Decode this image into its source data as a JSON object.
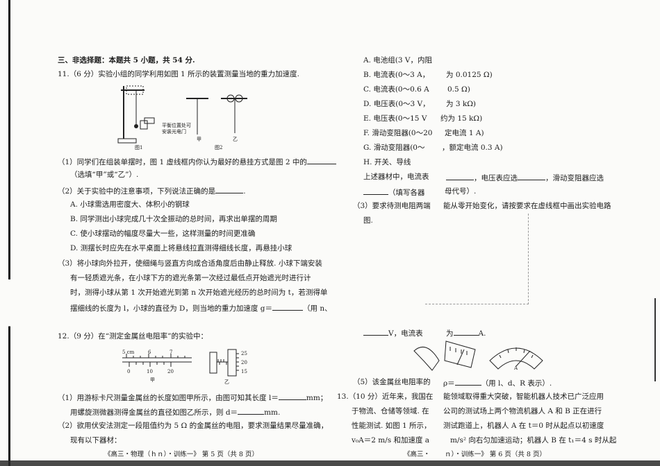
{
  "left": {
    "section_heading": "三、非选择题：本题共 5 小题，共 54 分.",
    "q11": {
      "stem": "11.（6 分）实验小组的同学利用如图 1 所示的装置测量当地的重力加速度.",
      "fig1_note_1": "平衡位置处可",
      "fig1_note_2": "安装光电门",
      "fig1_caption": "图1",
      "fig2_caption": "图2",
      "fig2_label_jia": "甲",
      "fig2_label_yi": "乙",
      "p1_a": "（1）同学们在组装单摆时，图 1 虚线框内你认为最好的悬挂方式是图 2 中的",
      "p1_b": "（选填“甲”或“乙”）.",
      "p2": "（2）关于实验中的注意事项，下列说法正确的是",
      "optA": "A. 小球需选用密度大、体积小的钢球",
      "optB": "B. 同学测出小球完成几十次全振动的总时间，再求出单摆的周期",
      "optC": "C. 使小球摆动的幅度尽量大一些，这样测量的时间更准确",
      "optD": "D. 测摆长时应先在水平桌面上将悬线拉直测得细线长度，再悬挂小球",
      "p3_l1": "（3）将小球向外拉开，使细绳与竖直方向成合适角度后由静止释放. 小球下端安装",
      "p3_l2": "有一轻质遮光条，在小球下方的遮光条第一次经过最低点开始遮光时进行计",
      "p3_l3": "时，测得小球从第 1 次开始遮光到第 n 次开始遮光经历的总时间为 t，若测得单",
      "p3_l4a": "摆细线的长度为 l，小球的直径为 D，则当地的重力加速度 g＝",
      "p3_l4b": "（用 n、"
    },
    "q12": {
      "stem": "12.（9 分）在“测定金属丝电阻率”的实验中：",
      "caliper_top_unit": "5 cm",
      "caliper_top_6": "6",
      "caliper_top_7": "7",
      "caliper_bot_0": "0",
      "caliper_bot_10": "10",
      "caliper_bot_20": "20",
      "caliper_caption": "甲",
      "micro_25": "25",
      "micro_20": "20",
      "micro_15": "15",
      "micro_caption": "乙",
      "p1_a": "（1）用游标卡尺测量金属丝的长度如图甲所示，由图可知其长度 l＝",
      "p1_unit": "mm；",
      "p1_b": "用螺旋测微器测得金属丝的直径如图乙所示，则 d＝",
      "p1_b_unit": "mm.",
      "p2_l1": "（2）欲用伏安法测定一段阻值约为 5 Ω 的金属丝的电阻，要求测量结果尽量准确，",
      "p2_l2": "现有以下器材："
    },
    "footer": "《高三・物理（ｈｎ）・训练一》  第 5 页（共 8 页）"
  },
  "right": {
    "itemA": "A. 电池组(3 V，内阻",
    "itemB_l": "B. 电流表(0～3 A，",
    "itemB_r": "为 0.0125 Ω)",
    "itemC_l": "C. 电流表(0～0.6 A",
    "itemC_r": "0.5 Ω)",
    "itemD_l": "D. 电压表(0～3 V，",
    "itemD_r": "为 3 kΩ)",
    "itemE_l": "E. 电压表(0～15 V",
    "itemE_r": "约为 15 kΩ)",
    "itemF_l": "F. 滑动变阻器(0～20",
    "itemF_r": "定电流 1 A)",
    "itemG_l": "G. 滑动变阻器(0～",
    "itemG_r": "，额定电流 0.3 A)",
    "itemH": "H. 开关、导线",
    "select_l": "上述器材中，电流表",
    "select_m": "，电压表应选",
    "select_r": "，滑动变阻器应选",
    "select_2l": "（填写各器",
    "select_2r": "母代号）.",
    "p3_l": "（3）要求待测电阻两端",
    "p3_r": "能从零开始变化，请按要求在虚线框中画出实验电路",
    "p3_2": "图.",
    "p4_l": "V，电流表",
    "p4_r": "为",
    "p4_unit": "A.",
    "meter_A_label": "A",
    "p5_l": "（5）该金属丝电阻率的",
    "p5_r": "ρ＝",
    "p5_tail": "（用 l、d、R 表示）.",
    "q13_l1a": "13.（10 分）近年来，我国在",
    "q13_l1b": "能领域取得重大突破，智能机器人技术已广泛应用",
    "q13_l2a": "于物流、仓储等领域. 在",
    "q13_l2b": "公司的测试场上两个物流机器人 A 和 B 正在进行",
    "q13_l3a": "性能测试. 如图 1 所示，",
    "q13_l3b": "测试跑道上，机器人 A 在 t＝0 时从起点以初速度",
    "q13_l4a": "v₀A＝2 m/s 和加速度 a",
    "q13_l4b": "m/s² 向右匀加速运动；机器人 B 在 t₁＝4 s 时从起",
    "footer_l": "《高三・",
    "footer_r": "ｎ）・训练一》  第 6 页（共 8 页）"
  }
}
